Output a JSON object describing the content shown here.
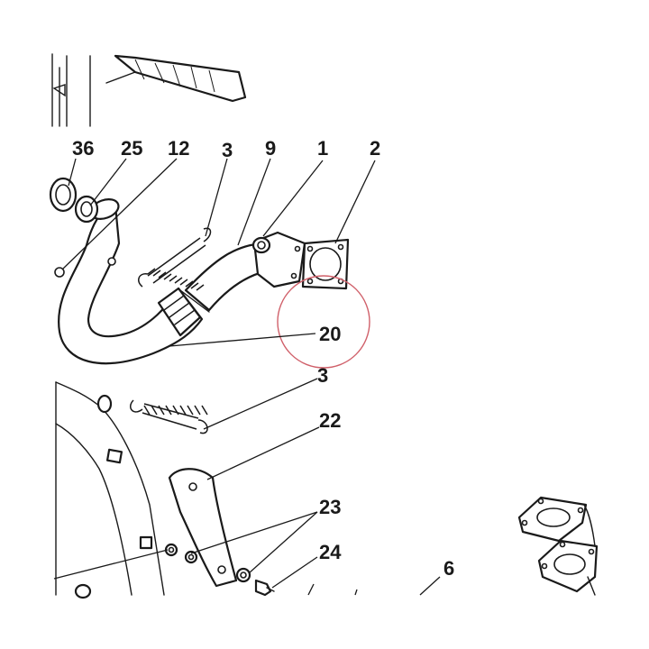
{
  "diagram": {
    "callouts": {
      "p36": "36",
      "p25": "25",
      "p12": "12",
      "p3_top": "3",
      "p9": "9",
      "p1": "1",
      "p2": "2",
      "p20": "20",
      "p3_bottom": "3",
      "p22": "22",
      "p23": "23",
      "p24": "24",
      "p6": "6"
    },
    "highlight_color": "#d0606a",
    "line_color": "#1a1a1a"
  }
}
